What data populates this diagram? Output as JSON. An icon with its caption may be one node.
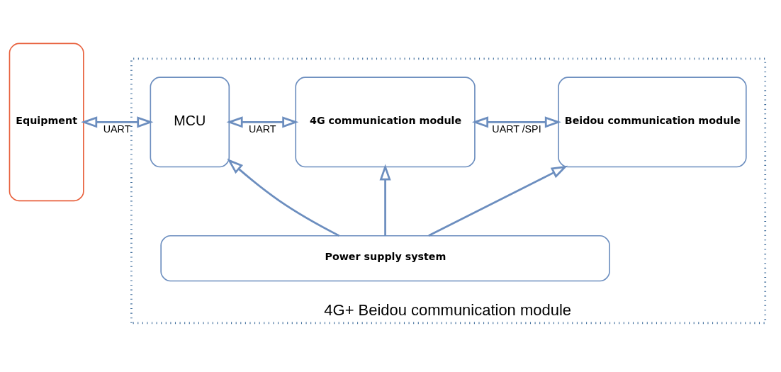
{
  "diagram": {
    "nodes": [
      {
        "text": [
          "Equipment"
        ]
      },
      {
        "text": [
          "4G+ Beidou communication module"
        ]
      },
      {
        "text": [
          "MCU"
        ],
        "in": 1
      },
      {
        "text": [
          "4G communication module"
        ],
        "in": 1
      },
      {
        "text": [
          "Beidou communication module"
        ],
        "in": 1
      },
      {
        "text": [
          "Power supply system"
        ],
        "in": 1
      }
    ],
    "edges": [
      {
        "from": 0,
        "to": 2,
        "arrow": "both",
        "label": "UART"
      },
      {
        "from": 2,
        "to": 3,
        "arrow": "both",
        "label": "UART"
      },
      {
        "from": 3,
        "to": 4,
        "arrow": "both",
        "label": "UART /SPI"
      },
      {
        "from": 5,
        "to": 2,
        "arrow": "to"
      },
      {
        "from": 5,
        "to": 3,
        "arrow": "to"
      },
      {
        "from": 5,
        "to": 4,
        "arrow": "to"
      }
    ]
  }
}
